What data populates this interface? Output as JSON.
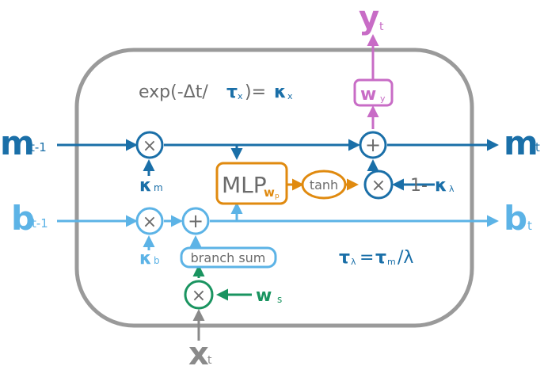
{
  "colors": {
    "m": "#1a6fa8",
    "b": "#5cb3e6",
    "x": "#8a8a8a",
    "y": "#c86cc6",
    "s": "#1a9460",
    "mlp": "#e08a0f",
    "box": "#9a9a9a",
    "text_gray": "#6b6b6b"
  },
  "labels": {
    "y_main": "y",
    "y_sub": "t",
    "m_in_main": "m",
    "m_in_sub": "t-1",
    "m_out_main": "m",
    "m_out_sub": "t",
    "b_in_main": "b",
    "b_in_sub": "t-1",
    "b_out_main": "b",
    "b_out_sub": "t",
    "x_main": "x",
    "x_sub": "t",
    "exp_text": "exp(-Δt/",
    "exp_tau": "τ",
    "exp_tau_sub": "x",
    "exp_eq": ")=",
    "exp_kappa": "κ",
    "exp_kappa_sub": "x",
    "wy_main": "w",
    "wy_sub": "y",
    "kappa_m": "κ",
    "kappa_m_sub": "m",
    "kappa_b": "κ",
    "kappa_b_sub": "b",
    "mlp_text": "MLP",
    "mlp_sub_main": "w",
    "mlp_sub_sub": "p",
    "tanh": "tanh",
    "one_minus": "1-",
    "kappa_lambda": "κ",
    "kappa_lambda_sub": "λ",
    "branch_sum": "branch sum",
    "ws_main": "w",
    "ws_sub": "s",
    "tau_lambda": "τ",
    "tau_lambda_sub": "λ",
    "tau_eq": "=",
    "tau_m": "τ",
    "tau_m_sub": "m",
    "tau_div": "/λ",
    "times": "×",
    "plus": "+"
  }
}
